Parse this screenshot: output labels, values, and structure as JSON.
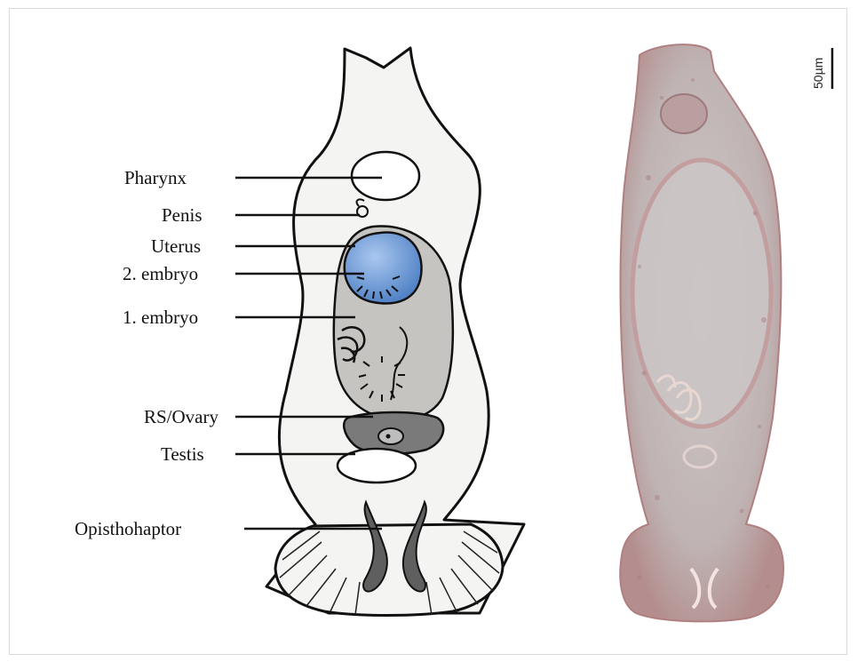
{
  "labels": {
    "pharynx": "Pharynx",
    "penis": "Penis",
    "uterus": "Uterus",
    "embryo2": "2. embryo",
    "embryo1": "1. embryo",
    "rs_ovary": "RS/Ovary",
    "testis": "Testis",
    "opisthohaptor": "Opisthohaptor"
  },
  "scale_bar": {
    "text": "50µm"
  },
  "colors": {
    "body_fill": "#f4f4f2",
    "uterus_fill": "#c6c4c0",
    "embryo2_fill": "#7ea9de",
    "ovary_fill": "#7a7a7a",
    "hook_fill": "#5f5f5f",
    "photo_tint": "#c7b3b3"
  }
}
